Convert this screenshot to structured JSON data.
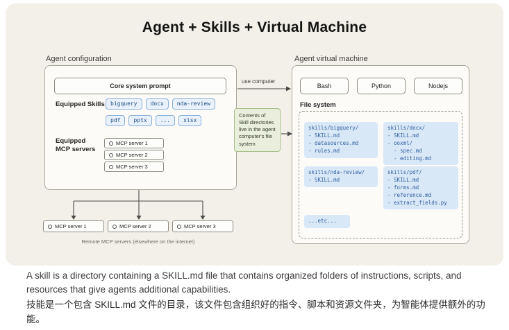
{
  "title": "Agent + Skills + Virtual Machine",
  "agent_config": {
    "label": "Agent configuration",
    "core_prompt": "Core system prompt",
    "skills_label": "Equipped Skills",
    "skills_row1": [
      "bigquery",
      "docx",
      "nda-review"
    ],
    "skills_row2": [
      "pdf",
      "pptx",
      "...",
      "xlsx"
    ],
    "mcp_label": "Equipped MCP servers",
    "mcp_servers": [
      "MCP server 1",
      "MCP server 2",
      "MCP server 3"
    ]
  },
  "connectors": {
    "use_computer_label": "use computer",
    "note_text": "Contents of Skill directories live in the agent computer's file system"
  },
  "remote_mcp": {
    "servers": [
      "MCP server 1",
      "MCP server 2",
      "MCP server 3"
    ],
    "caption": "Remote MCP servers (elsewhere on the internet)"
  },
  "vm": {
    "label": "Agent virtual machine",
    "runtimes": [
      "Bash",
      "Python",
      "Nodejs"
    ],
    "fs_label": "File system",
    "dirs": [
      {
        "name": "skills/bigquery/",
        "files": [
          "- SKILL.md",
          "- datasources.md",
          "- rules.md"
        ]
      },
      {
        "name": "skills/docx/",
        "files": [
          "- SKILL.md",
          "- ooxml/",
          "  - spec.md",
          "  - editing.md"
        ]
      },
      {
        "name": "skills/nda-review/",
        "files": [
          "- SKILL.md"
        ]
      },
      {
        "name": "skills/pdf/",
        "files": [
          "- SKILL.md",
          "- forms.md",
          "- reference.md",
          "- extract_fields.py"
        ]
      }
    ],
    "etc_label": "...etc..."
  },
  "footer": {
    "caption_en": "A skill is a directory containing a SKILL.md file that contains organized folders of instructions, scripts, and resources that give agents additional capabilities.",
    "caption_zh": "技能是一个包含 SKILL.md 文件的目录，该文件包含组织好的指令、脚本和资源文件夹，为智能体提供额外的功能。"
  },
  "colors": {
    "card_bg": "#f2f0e8",
    "tag_bg": "#e9f1fc",
    "tag_border": "#86aed9",
    "file_box_bg": "#d9e8f7",
    "file_text": "#2d5f9e",
    "note_bg": "#e9efdc",
    "note_border": "#a9bf8b"
  }
}
